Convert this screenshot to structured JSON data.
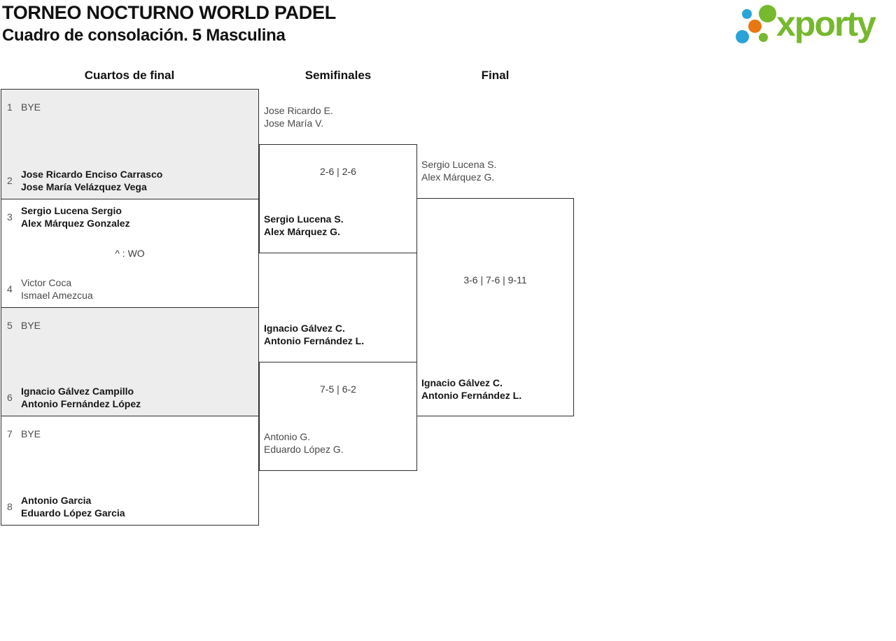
{
  "header": {
    "title": "TORNEO NOCTURNO WORLD PADEL",
    "subtitle": "Cuadro de consolación. 5 Masculina"
  },
  "logo": {
    "wordmark": "xporty",
    "colors": {
      "green": "#76b82e",
      "blue": "#29a3d8",
      "orange": "#e87613"
    }
  },
  "columns": [
    {
      "label": "Cuartos de final"
    },
    {
      "label": "Semifinales"
    },
    {
      "label": "Final"
    }
  ],
  "quarterfinals": [
    {
      "note": "",
      "teams": [
        {
          "seed": "1",
          "line1": "BYE",
          "line2": ""
        },
        {
          "seed": "2",
          "line1": "Jose Ricardo Enciso Carrasco",
          "line2": "Jose María Velázquez Vega"
        }
      ]
    },
    {
      "note": "^ : WO",
      "teams": [
        {
          "seed": "3",
          "line1": "Sergio Lucena Sergio",
          "line2": "Alex Márquez Gonzalez"
        },
        {
          "seed": "4",
          "line1": "Victor Coca",
          "line2": "Ismael Amezcua"
        }
      ]
    },
    {
      "note": "",
      "teams": [
        {
          "seed": "5",
          "line1": "BYE",
          "line2": ""
        },
        {
          "seed": "6",
          "line1": "Ignacio Gálvez Campillo",
          "line2": "Antonio Fernández López"
        }
      ]
    },
    {
      "note": "",
      "teams": [
        {
          "seed": "7",
          "line1": "BYE",
          "line2": ""
        },
        {
          "seed": "8",
          "line1": "Antonio Garcia",
          "line2": "Eduardo López Garcia"
        }
      ]
    }
  ],
  "semifinals": [
    {
      "score": "2-6 | 2-6",
      "top": {
        "line1": "Jose Ricardo E.",
        "line2": "Jose María V."
      },
      "bottom": {
        "line1": "Sergio Lucena S.",
        "line2": "Alex Márquez G."
      }
    },
    {
      "score": "7-5 | 6-2",
      "top": {
        "line1": "Ignacio Gálvez C.",
        "line2": "Antonio Fernández L."
      },
      "bottom": {
        "line1": "Antonio G.",
        "line2": "Eduardo López G."
      }
    }
  ],
  "final": {
    "score": "3-6 | 7-6 | 9-11",
    "top": {
      "line1": "Sergio Lucena S.",
      "line2": "Alex Márquez G."
    },
    "bottom": {
      "line1": "Ignacio Gálvez C.",
      "line2": "Antonio Fernández L."
    }
  }
}
